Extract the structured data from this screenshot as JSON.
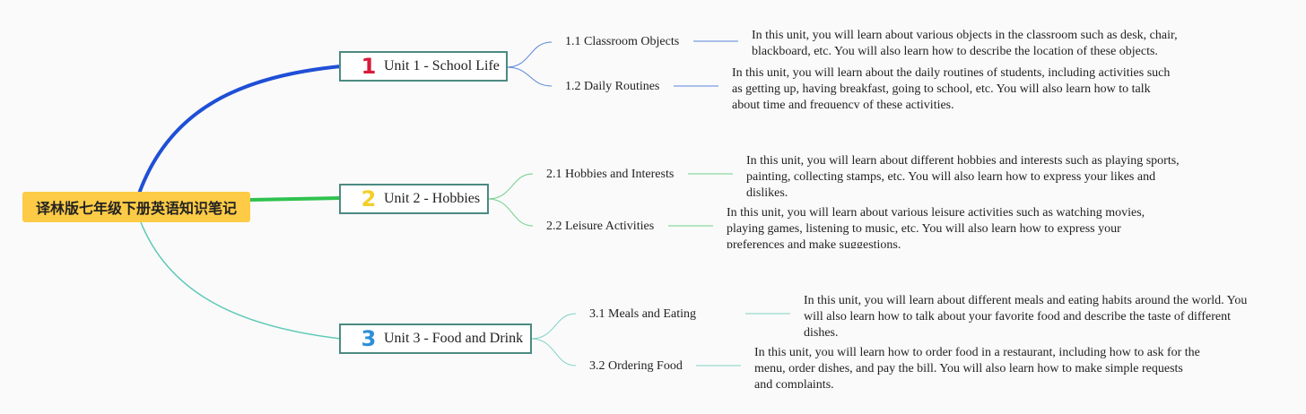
{
  "root": {
    "label": "译林版七年级下册英语知识笔记"
  },
  "units": [
    {
      "number": "1",
      "number_color": "#d81b3a",
      "branch_color": "#1f4fd6",
      "leaf_color": "#5b87d9",
      "title": "Unit 1 - School Life",
      "topics": [
        {
          "label": "1.1 Classroom Objects",
          "desc": "In this unit, you will learn about various objects in the classroom such as desk, chair, blackboard, etc. You will also learn how to describe the location of these objects."
        },
        {
          "label": "1.2 Daily Routines",
          "desc": "In this unit, you will learn about the daily routines of students, including activities such as getting up, having breakfast, going to school, etc. You will also learn how to talk about time and frequency of these activities."
        }
      ]
    },
    {
      "number": "2",
      "number_color": "#f2cf2a",
      "branch_color": "#2ec24e",
      "leaf_color": "#6fd08a",
      "title": "Unit 2 - Hobbies",
      "topics": [
        {
          "label": "2.1 Hobbies and Interests",
          "desc": "In this unit, you will learn about different hobbies and interests such as playing sports, painting, collecting stamps, etc. You will also learn how to express your likes and dislikes."
        },
        {
          "label": "2.2 Leisure Activities",
          "desc": "In this unit, you will learn about various leisure activities such as watching movies, playing games, listening to music, etc. You will also learn how to express your preferences and make suggestions."
        }
      ]
    },
    {
      "number": "3",
      "number_color": "#2d8fd8",
      "branch_color": "#5ec9b7",
      "leaf_color": "#7fd3c5",
      "title": "Unit 3 - Food and Drink",
      "topics": [
        {
          "label": "3.1 Meals and Eating",
          "desc": "In this unit, you will learn about different meals and eating habits around the world. You will also learn how to talk about your favorite food and describe the taste of different dishes."
        },
        {
          "label": "3.2 Ordering Food",
          "desc": "In this unit, you will learn how to order food in a restaurant, including how to ask for the menu, order dishes, and pay the bill. You will also learn how to make simple requests and complaints."
        }
      ]
    }
  ]
}
